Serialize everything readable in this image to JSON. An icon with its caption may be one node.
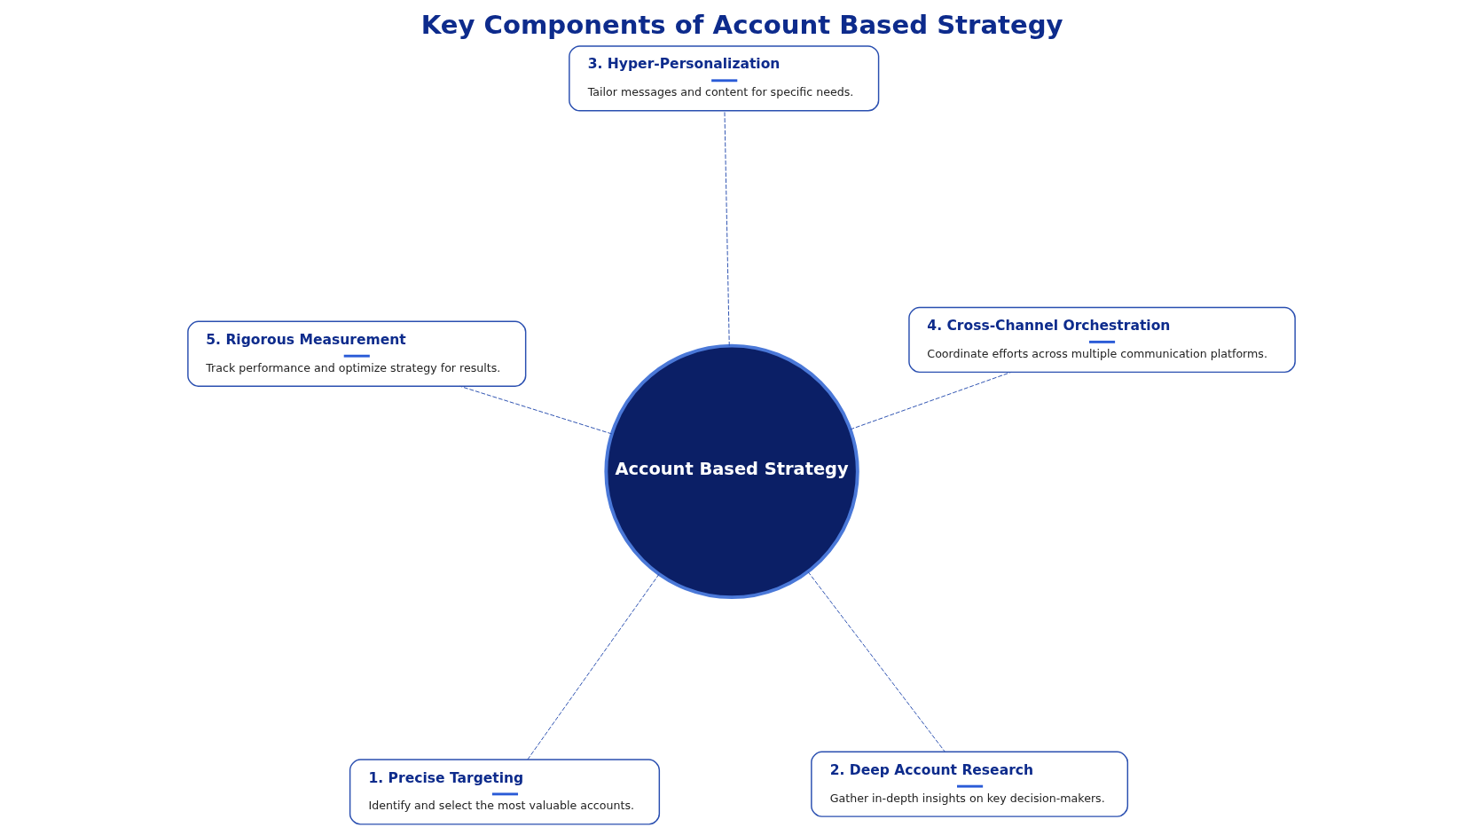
{
  "diagram": {
    "title": "Key Components of Account Based Strategy",
    "nodes": [
      {
        "text": [
          "1. Precise Targeting",
          "Identify and select the most valuable accounts."
        ]
      },
      {
        "text": [
          "2. Deep Account Research",
          "Gather in-depth insights on key decision-makers."
        ]
      },
      {
        "text": [
          "Account Based Strategy"
        ]
      },
      {
        "text": [
          "3. Hyper-Personalization",
          "Tailor messages and content for specific needs."
        ]
      },
      {
        "text": [
          "4. Cross-Channel Orchestration",
          "Coordinate efforts across multiple communication platforms."
        ]
      },
      {
        "text": [
          "5. Rigorous Measurement",
          "Track performance and optimize strategy for results."
        ]
      }
    ],
    "edges": [
      {
        "from": 2,
        "to": 0,
        "arrow": "none",
        "style": "dashed"
      },
      {
        "from": 2,
        "to": 1,
        "arrow": "none",
        "style": "dashed"
      },
      {
        "from": 2,
        "to": 3,
        "arrow": "none",
        "style": "dashed"
      },
      {
        "from": 2,
        "to": 4,
        "arrow": "none",
        "style": "dashed"
      },
      {
        "from": 2,
        "to": 5,
        "arrow": "none",
        "style": "dashed"
      }
    ]
  }
}
